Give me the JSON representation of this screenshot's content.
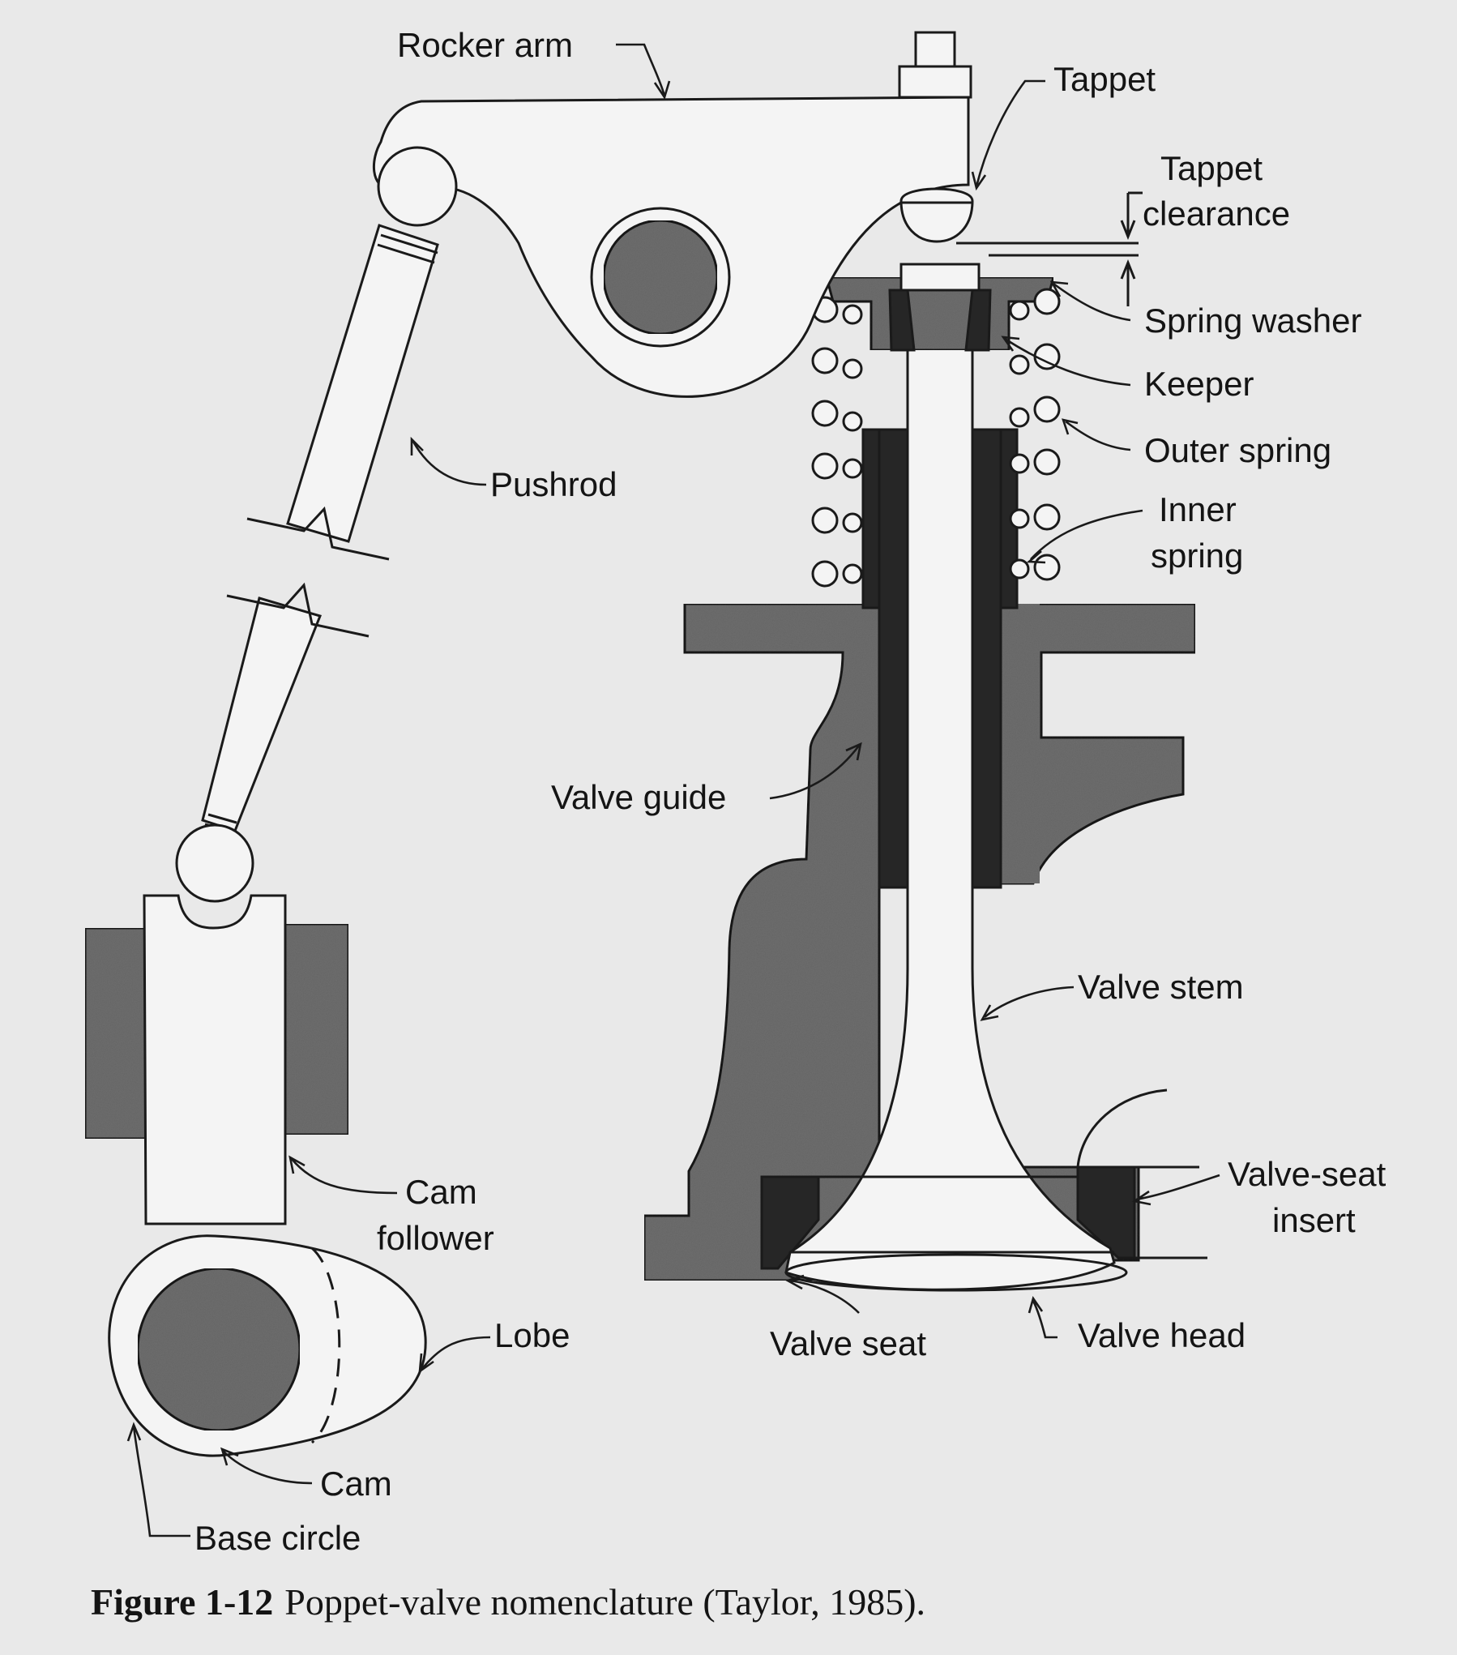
{
  "labels": {
    "rocker_arm": "Rocker arm",
    "tappet": "Tappet",
    "tappet_clearance_1": "Tappet",
    "tappet_clearance_2": "clearance",
    "spring_washer": "Spring washer",
    "keeper": "Keeper",
    "outer_spring": "Outer spring",
    "inner_spring_1": "Inner",
    "inner_spring_2": "spring",
    "pushrod": "Pushrod",
    "valve_guide": "Valve guide",
    "valve_stem": "Valve stem",
    "valve_seat_insert_1": "Valve-seat",
    "valve_seat_insert_2": "insert",
    "cam_follower_1": "Cam",
    "cam_follower_2": "follower",
    "lobe": "Lobe",
    "valve_seat": "Valve seat",
    "valve_head": "Valve head",
    "cam": "Cam",
    "base_circle": "Base circle"
  },
  "caption": {
    "number": "Figure 1-12",
    "text": "Poppet-valve nomenclature (Taylor, 1985)."
  },
  "colors": {
    "background": "#e9e9e9",
    "line": "#1a1a1a",
    "part_fill": "#f4f4f4",
    "casting_fill": "#6e6e6e",
    "dark_fill": "#262626"
  }
}
